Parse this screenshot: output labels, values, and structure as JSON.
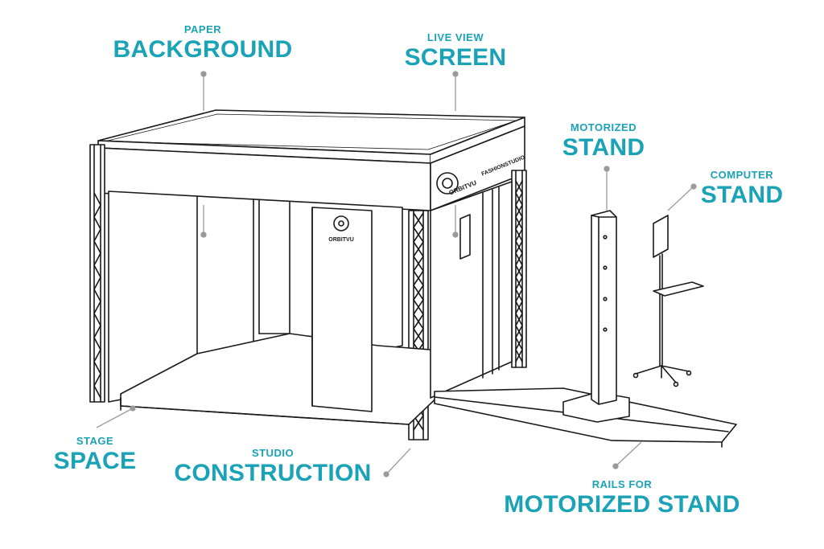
{
  "accent_color": "#1aa3b6",
  "line_color": "#1a1a1a",
  "leader_color": "#9a9a9a",
  "labels": {
    "paper_background": {
      "small": "PAPER",
      "big": "BACKGROUND"
    },
    "live_view_screen": {
      "small": "LIVE VIEW",
      "big": "SCREEN"
    },
    "motorized_stand": {
      "small": "MOTORIZED",
      "big": "STAND"
    },
    "computer_stand": {
      "small": "COMPUTER",
      "big": "STAND"
    },
    "stage_space": {
      "small": "STAGE",
      "big": "SPACE"
    },
    "studio_construction": {
      "small": "STUDIO",
      "big": "CONSTRUCTION"
    },
    "rails": {
      "small": "RAILS FOR",
      "big": "MOTORIZED STAND"
    }
  },
  "brand": {
    "logo_text": "ORBITVU",
    "header_text": "FASHIONSTUDIO"
  }
}
